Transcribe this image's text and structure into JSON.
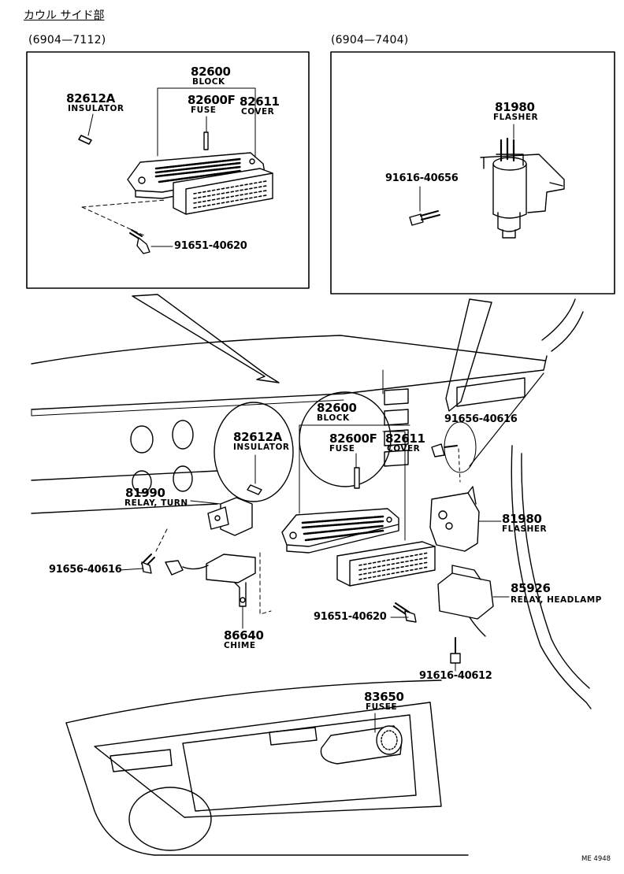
{
  "header": {
    "title": "カウル サイド部",
    "range_left": "(6904—7112)",
    "range_right": "(6904—7404)"
  },
  "callouts": {
    "inset_left": {
      "p82600": {
        "number": "82600",
        "name": "BLOCK"
      },
      "p82612A": {
        "number": "82612A",
        "name": "INSULATOR"
      },
      "p82600F": {
        "number": "82600F",
        "name": "FUSE"
      },
      "p82611": {
        "number": "82611",
        "name": "COVER"
      },
      "p91651": {
        "number": "91651-40620"
      }
    },
    "inset_right": {
      "p81980": {
        "number": "81980",
        "name": "FLASHER"
      },
      "p91616": {
        "number": "91616-40656"
      }
    },
    "main": {
      "p82600": {
        "number": "82600",
        "name": "BLOCK"
      },
      "p82612A": {
        "number": "82612A",
        "name": "INSULATOR"
      },
      "p82600F": {
        "number": "82600F",
        "name": "FUSE"
      },
      "p82611": {
        "number": "82611",
        "name": "COVER"
      },
      "p91656a": {
        "number": "91656-40616"
      },
      "p81990": {
        "number": "81990",
        "name": "RELAY, TURN"
      },
      "p81980": {
        "number": "81980",
        "name": "FLASHER"
      },
      "p91656b": {
        "number": "91656-40616"
      },
      "p85926": {
        "number": "85926",
        "name": "RELAY, HEADLAMP"
      },
      "p91651": {
        "number": "91651-40620"
      },
      "p86640": {
        "number": "86640",
        "name": "CHIME"
      },
      "p91616": {
        "number": "91616-40612"
      },
      "p83650": {
        "number": "83650",
        "name": "FUSEE"
      }
    }
  },
  "footer": {
    "code": "ME 4948"
  }
}
